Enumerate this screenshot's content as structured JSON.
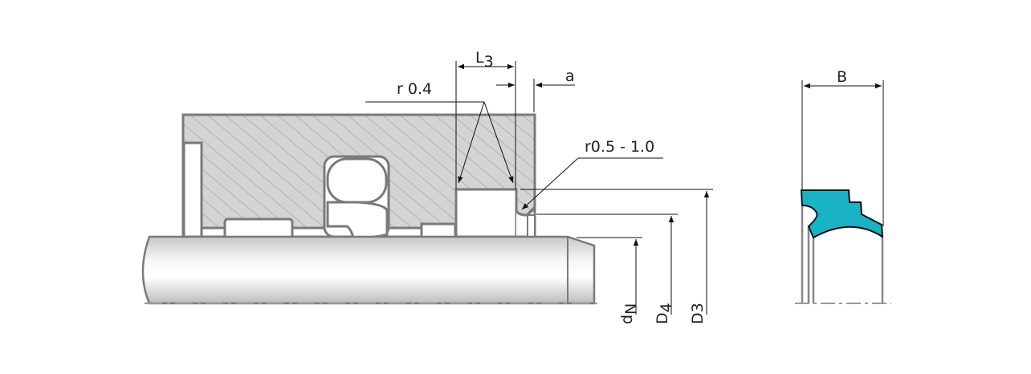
{
  "labels": {
    "L": "L",
    "L_sub": "3",
    "a": "a",
    "r_small": "r 0.4",
    "r_range": "r0.5 - 1.0",
    "B": "B",
    "d": "d",
    "d_sub": "N",
    "D4": "D",
    "D4_sub": "4",
    "D3": "D3"
  },
  "colors": {
    "seal": "#1ab3c6",
    "housing": "#d4d4d4",
    "outline": "#7a7a7a"
  }
}
